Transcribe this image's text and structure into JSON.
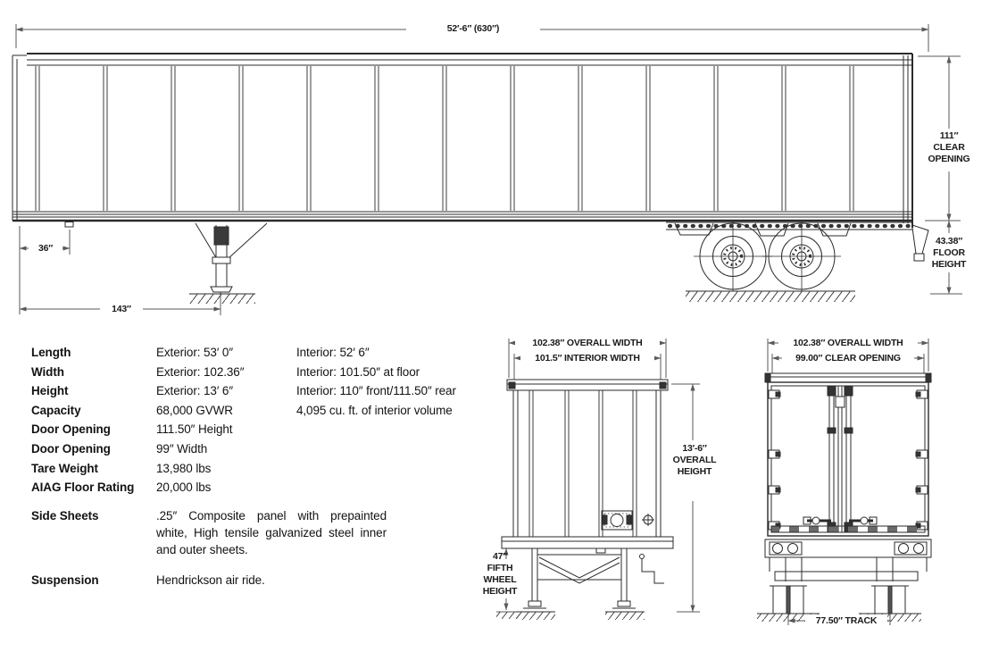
{
  "side_view": {
    "dim_length": "52′-6″  (630″)",
    "dim_clear_opening": "111″\nCLEAR\nOPENING",
    "dim_floor_height": "43.38″\nFLOOR\nHEIGHT",
    "dim_kingpin": "36″",
    "dim_landing_gear": "143″"
  },
  "front_view": {
    "dim_overall_width": "102.38″ OVERALL WIDTH",
    "dim_interior_width": "101.5″ INTERIOR WIDTH",
    "dim_overall_height": "13′-6″\nOVERALL\nHEIGHT",
    "dim_fifth_wheel_height": "47″\nFIFTH\nWHEEL\nHEIGHT"
  },
  "rear_view": {
    "dim_overall_width": "102.38″ OVERALL WIDTH",
    "dim_clear_opening": "99.00″ CLEAR OPENING",
    "dim_track": "77.50″ TRACK"
  },
  "colors": {
    "structure_line": "#2b2b2b",
    "dimension_line": "#5a5a5a",
    "text": "#131313"
  },
  "specs": {
    "rows": [
      {
        "label": "Length",
        "col1": "Exterior: 53′ 0″",
        "col2": "Interior: 52′  6″"
      },
      {
        "label": "Width",
        "col1": "Exterior: 102.36″",
        "col2": "Interior: 101.50″ at floor"
      },
      {
        "label": "Height",
        "col1": "Exterior: 13′ 6″",
        "col2": "Interior: 110″ front/111.50″ rear"
      },
      {
        "label": "Capacity",
        "col1": "68,000 GVWR",
        "col2": "4,095 cu. ft. of interior volume"
      },
      {
        "label": "Door Opening",
        "col1": "111.50″ Height",
        "col2": ""
      },
      {
        "label": "Door Opening",
        "col1": "99″ Width",
        "col2": ""
      },
      {
        "label": "Tare Weight",
        "col1": "13,980 lbs",
        "col2": ""
      },
      {
        "label": "AIAG Floor Rating",
        "col1": "20,000 lbs",
        "col2": ""
      },
      {
        "label": "Side Sheets",
        "col1": ".25″ Composite panel with prepainted white, High tensile galvanized steel inner and outer sheets.",
        "col2": ""
      },
      {
        "label": "Suspension",
        "col1": "Hendrickson air ride.",
        "col2": ""
      }
    ]
  }
}
